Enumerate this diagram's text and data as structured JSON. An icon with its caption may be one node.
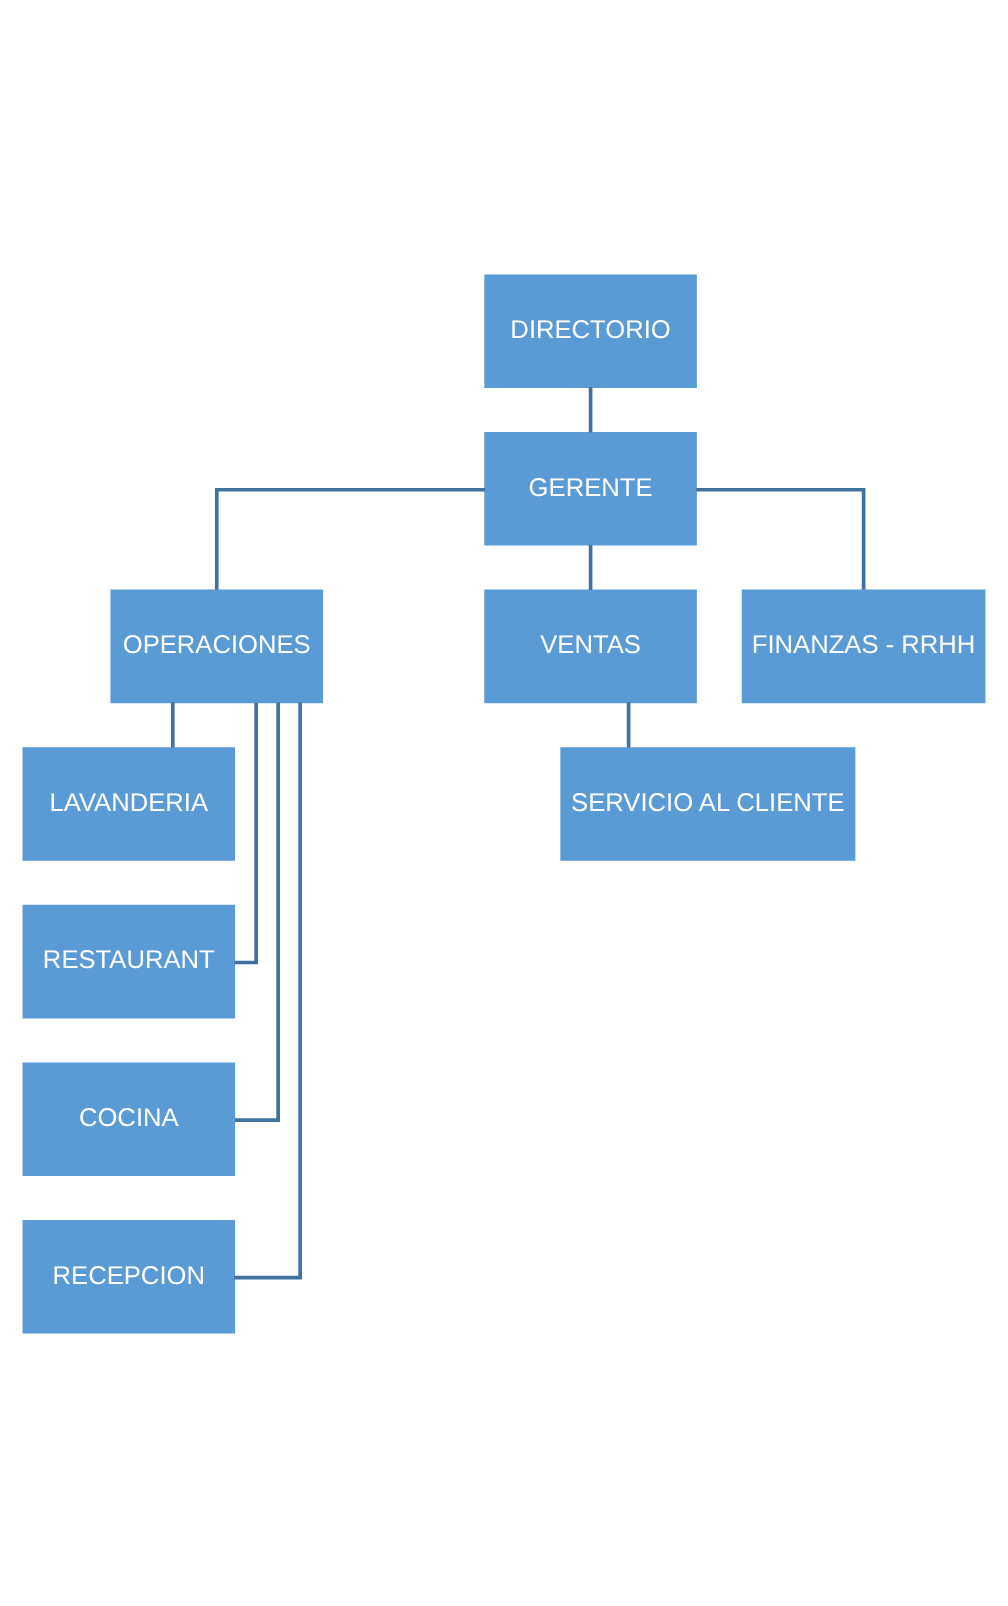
{
  "diagram": {
    "nodes": [
      {
        "text": [
          "DIRECTORIO"
        ]
      },
      {
        "text": [
          "GERENTE"
        ]
      },
      {
        "text": [
          "OPERACIONES"
        ]
      },
      {
        "text": [
          "VENTAS"
        ]
      },
      {
        "text": [
          "FINANZAS - RRHH"
        ]
      },
      {
        "text": [
          "SERVICIO AL CLIENTE"
        ]
      },
      {
        "text": [
          "LAVANDERIA"
        ]
      },
      {
        "text": [
          "RESTAURANT"
        ]
      },
      {
        "text": [
          "COCINA"
        ]
      },
      {
        "text": [
          "RECEPCION"
        ]
      }
    ],
    "edges": [
      {
        "from": 0,
        "to": 1,
        "arrow": "none"
      },
      {
        "from": 1,
        "to": 2,
        "arrow": "none"
      },
      {
        "from": 1,
        "to": 3,
        "arrow": "none"
      },
      {
        "from": 1,
        "to": 4,
        "arrow": "none"
      },
      {
        "from": 3,
        "to": 5,
        "arrow": "none"
      },
      {
        "from": 2,
        "to": 6,
        "arrow": "none"
      },
      {
        "from": 2,
        "to": 7,
        "arrow": "none"
      },
      {
        "from": 2,
        "to": 8,
        "arrow": "none"
      },
      {
        "from": 2,
        "to": 9,
        "arrow": "none"
      }
    ]
  }
}
